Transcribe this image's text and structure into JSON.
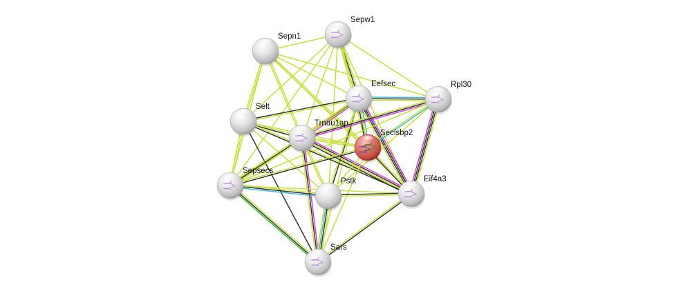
{
  "diagram": {
    "type": "protein-interaction-network",
    "edge_colors": {
      "textmining": "#c7e03a",
      "coexpression": "#333333",
      "database": "#3ab8d8",
      "experiments": "#d63adb",
      "neighborhood": "#2ec42e"
    },
    "nodes": [
      {
        "id": "Sepn1",
        "label": "Sepn1",
        "style": "plain",
        "query": false
      },
      {
        "id": "Sepw1",
        "label": "Sepw1",
        "style": "structure",
        "query": false
      },
      {
        "id": "Eefsec",
        "label": "Eefsec",
        "style": "structure",
        "query": false
      },
      {
        "id": "Rpl30",
        "label": "Rpl30",
        "style": "structure",
        "query": false
      },
      {
        "id": "Selt",
        "label": "Selt",
        "style": "plain",
        "query": false
      },
      {
        "id": "Trnau1ap",
        "label": "Trnau1ap",
        "style": "structure",
        "query": false
      },
      {
        "id": "Secisbp2",
        "label": "Secisbp2",
        "style": "structure",
        "query": true
      },
      {
        "id": "Sepsecs",
        "label": "Sepsecs",
        "style": "structure",
        "query": false
      },
      {
        "id": "Pstk",
        "label": "Pstk",
        "style": "plain",
        "query": false
      },
      {
        "id": "Eif4a3",
        "label": "Eif4a3",
        "style": "structure",
        "query": false
      },
      {
        "id": "Sars",
        "label": "Sars",
        "style": "structure",
        "query": false
      }
    ],
    "edges": [
      {
        "source": "Sepn1",
        "target": "Sepw1",
        "evidence": [
          "textmining"
        ]
      },
      {
        "source": "Sepn1",
        "target": "Selt",
        "evidence": [
          "textmining",
          "textmining"
        ]
      },
      {
        "source": "Sepn1",
        "target": "Trnau1ap",
        "evidence": [
          "textmining",
          "textmining"
        ]
      },
      {
        "source": "Sepn1",
        "target": "Eefsec",
        "evidence": [
          "textmining"
        ]
      },
      {
        "source": "Sepn1",
        "target": "Rpl30",
        "evidence": [
          "textmining"
        ]
      },
      {
        "source": "Sepn1",
        "target": "Secisbp2",
        "evidence": [
          "textmining",
          "textmining"
        ]
      },
      {
        "source": "Sepn1",
        "target": "Eif4a3",
        "evidence": [
          "textmining"
        ]
      },
      {
        "source": "Sepn1",
        "target": "Sepsecs",
        "evidence": [
          "textmining"
        ]
      },
      {
        "source": "Sepw1",
        "target": "Eefsec",
        "evidence": [
          "textmining",
          "coexpression",
          "textmining"
        ]
      },
      {
        "source": "Sepw1",
        "target": "Rpl30",
        "evidence": [
          "textmining"
        ]
      },
      {
        "source": "Sepw1",
        "target": "Selt",
        "evidence": [
          "textmining"
        ]
      },
      {
        "source": "Sepw1",
        "target": "Trnau1ap",
        "evidence": [
          "textmining"
        ]
      },
      {
        "source": "Sepw1",
        "target": "Secisbp2",
        "evidence": [
          "textmining",
          "textmining"
        ]
      },
      {
        "source": "Sepw1",
        "target": "Sepsecs",
        "evidence": [
          "textmining"
        ]
      },
      {
        "source": "Sepw1",
        "target": "Pstk",
        "evidence": [
          "textmining"
        ]
      },
      {
        "source": "Sepw1",
        "target": "Eif4a3",
        "evidence": [
          "textmining"
        ]
      },
      {
        "source": "Eefsec",
        "target": "Rpl30",
        "evidence": [
          "database",
          "coexpression",
          "textmining"
        ]
      },
      {
        "source": "Eefsec",
        "target": "Selt",
        "evidence": [
          "textmining",
          "coexpression"
        ]
      },
      {
        "source": "Eefsec",
        "target": "Trnau1ap",
        "evidence": [
          "experiments",
          "coexpression",
          "textmining"
        ]
      },
      {
        "source": "Eefsec",
        "target": "Secisbp2",
        "evidence": [
          "database",
          "textmining",
          "coexpression"
        ]
      },
      {
        "source": "Eefsec",
        "target": "Sepsecs",
        "evidence": [
          "textmining",
          "textmining"
        ]
      },
      {
        "source": "Eefsec",
        "target": "Pstk",
        "evidence": [
          "coexpression",
          "textmining"
        ]
      },
      {
        "source": "Eefsec",
        "target": "Eif4a3",
        "evidence": [
          "experiments",
          "coexpression",
          "coexpression",
          "textmining"
        ]
      },
      {
        "source": "Eefsec",
        "target": "Sars",
        "evidence": [
          "textmining"
        ]
      },
      {
        "source": "Rpl30",
        "target": "Trnau1ap",
        "evidence": [
          "experiments",
          "coexpression",
          "textmining"
        ]
      },
      {
        "source": "Rpl30",
        "target": "Secisbp2",
        "evidence": [
          "database",
          "textmining"
        ]
      },
      {
        "source": "Rpl30",
        "target": "Eif4a3",
        "evidence": [
          "textmining",
          "coexpression",
          "coexpression",
          "experiments"
        ]
      },
      {
        "source": "Rpl30",
        "target": "Sepsecs",
        "evidence": [
          "textmining"
        ]
      },
      {
        "source": "Rpl30",
        "target": "Pstk",
        "evidence": [
          "textmining"
        ]
      },
      {
        "source": "Selt",
        "target": "Trnau1ap",
        "evidence": [
          "textmining",
          "coexpression"
        ]
      },
      {
        "source": "Selt",
        "target": "Secisbp2",
        "evidence": [
          "textmining"
        ]
      },
      {
        "source": "Selt",
        "target": "Sepsecs",
        "evidence": [
          "textmining",
          "textmining"
        ]
      },
      {
        "source": "Selt",
        "target": "Sars",
        "evidence": [
          "coexpression"
        ]
      },
      {
        "source": "Selt",
        "target": "Eif4a3",
        "evidence": [
          "textmining",
          "coexpression"
        ]
      },
      {
        "source": "Selt",
        "target": "Pstk",
        "evidence": [
          "textmining"
        ]
      },
      {
        "source": "Trnau1ap",
        "target": "Secisbp2",
        "evidence": [
          "textmining",
          "textmining"
        ]
      },
      {
        "source": "Trnau1ap",
        "target": "Sepsecs",
        "evidence": [
          "textmining",
          "coexpression",
          "textmining"
        ]
      },
      {
        "source": "Trnau1ap",
        "target": "Pstk",
        "evidence": [
          "textmining",
          "textmining"
        ]
      },
      {
        "source": "Trnau1ap",
        "target": "Eif4a3",
        "evidence": [
          "experiments",
          "coexpression",
          "textmining",
          "coexpression"
        ]
      },
      {
        "source": "Trnau1ap",
        "target": "Sars",
        "evidence": [
          "experiments",
          "coexpression",
          "textmining"
        ]
      },
      {
        "source": "Secisbp2",
        "target": "Sepsecs",
        "evidence": [
          "coexpression",
          "textmining"
        ]
      },
      {
        "source": "Secisbp2",
        "target": "Pstk",
        "evidence": [
          "textmining"
        ]
      },
      {
        "source": "Secisbp2",
        "target": "Eif4a3",
        "evidence": [
          "textmining",
          "coexpression"
        ]
      },
      {
        "source": "Secisbp2",
        "target": "Sars",
        "evidence": [
          "textmining"
        ]
      },
      {
        "source": "Sepsecs",
        "target": "Pstk",
        "evidence": [
          "textmining",
          "coexpression",
          "database"
        ]
      },
      {
        "source": "Sepsecs",
        "target": "Sars",
        "evidence": [
          "textmining",
          "coexpression",
          "neighborhood"
        ]
      },
      {
        "source": "Sepsecs",
        "target": "Eif4a3",
        "evidence": [
          "textmining"
        ]
      },
      {
        "source": "Pstk",
        "target": "Sars",
        "evidence": [
          "textmining",
          "coexpression",
          "database",
          "textmining"
        ]
      },
      {
        "source": "Pstk",
        "target": "Eif4a3",
        "evidence": [
          "coexpression",
          "textmining"
        ]
      },
      {
        "source": "Eif4a3",
        "target": "Sars",
        "evidence": [
          "coexpression",
          "textmining"
        ]
      }
    ]
  }
}
